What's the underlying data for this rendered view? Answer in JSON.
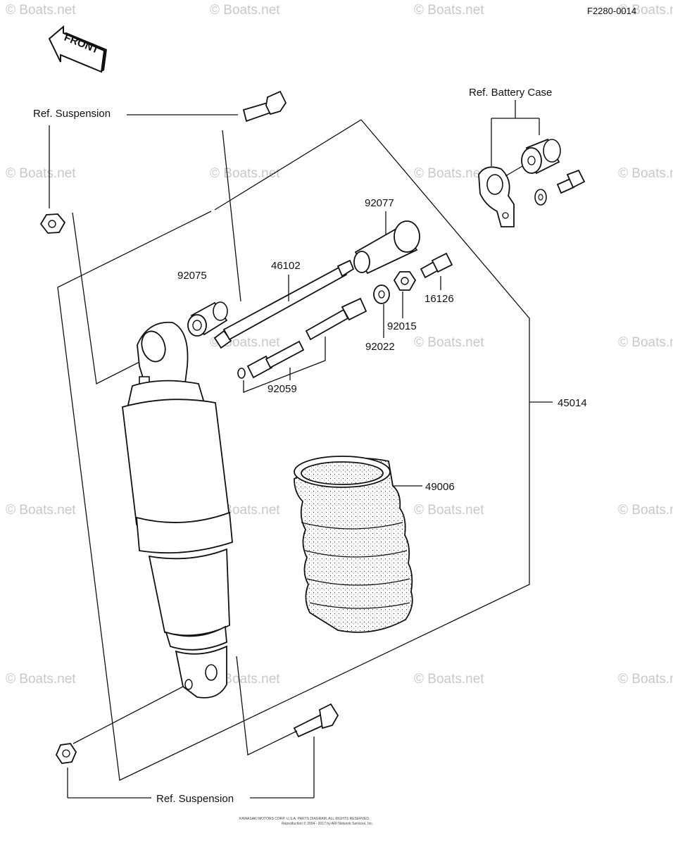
{
  "diagram_code": "F2280-0014",
  "front_label": "FRONT",
  "watermark": "© Boats.net",
  "refs": {
    "suspension_top": "Ref. Suspension",
    "suspension_bottom": "Ref. Suspension",
    "battery_case": "Ref. Battery Case"
  },
  "parts": {
    "p92077": "92077",
    "p46102": "46102",
    "p92075": "92075",
    "p16126": "16126",
    "p92015": "92015",
    "p92022": "92022",
    "p92059": "92059",
    "p45014": "45014",
    "p49006": "49006"
  },
  "footer": {
    "line1": "KAWASAKI MOTORS CORP. U.S.A. PARTS DIAGRAM. ALL RIGHTS RESERVED.",
    "line2": "Reproduction © 2004 - 2017 by ARI Network Services, Inc."
  }
}
